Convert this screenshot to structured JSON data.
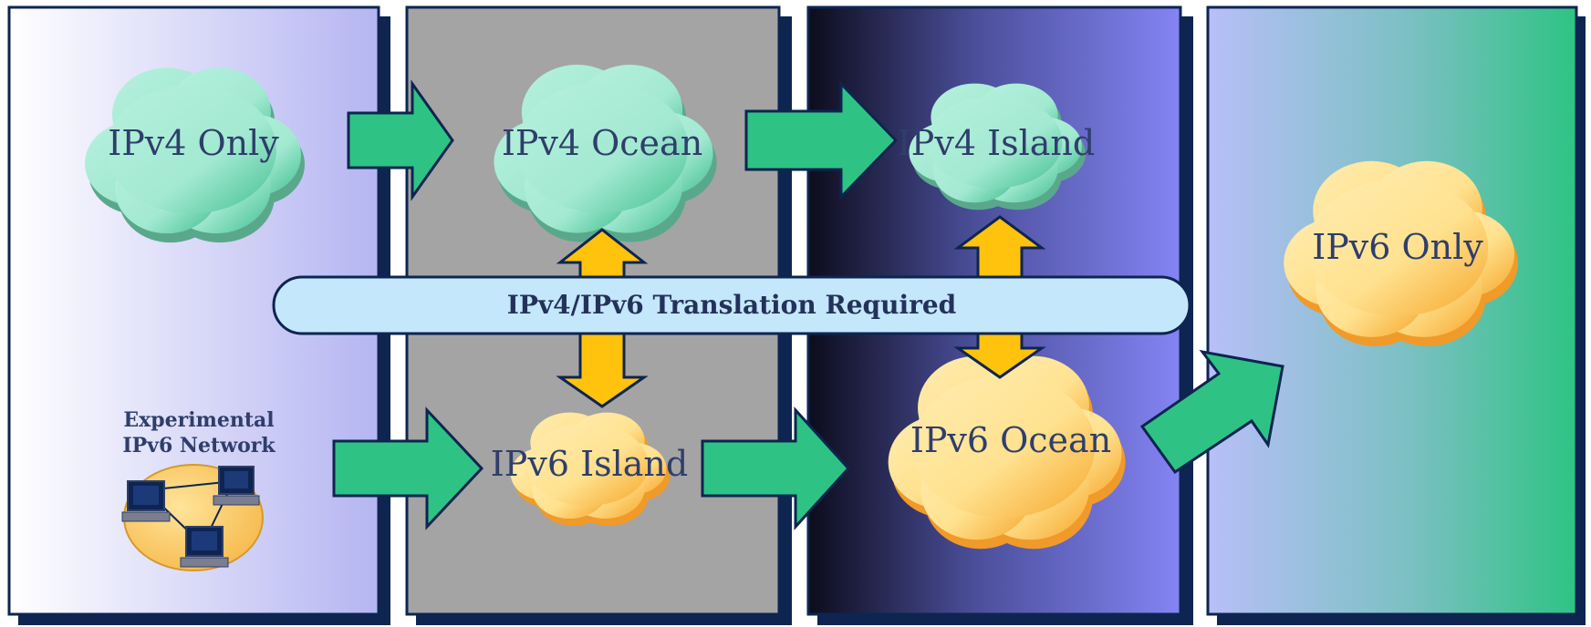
{
  "clouds": {
    "ipv4_only": "IPv4 Only",
    "ipv4_ocean": "IPv4 Ocean",
    "ipv4_island": "IPv4 Island",
    "ipv6_only": "IPv6 Only",
    "ipv6_island": "IPv6 Island",
    "ipv6_ocean": "IPv6 Ocean"
  },
  "translation_band": "IPv4/IPv6 Translation Required",
  "experimental": {
    "line1": "Experimental",
    "line2": "IPv6 Network"
  },
  "colors": {
    "navy": "#0d2550",
    "green_arrow": "#2ec384",
    "yellow_arrow": "#ffc20d",
    "ipv4_cloud": "#a8ecd6",
    "ipv6_cloud": "#ffe9a0",
    "band": "#c4e7fb"
  }
}
